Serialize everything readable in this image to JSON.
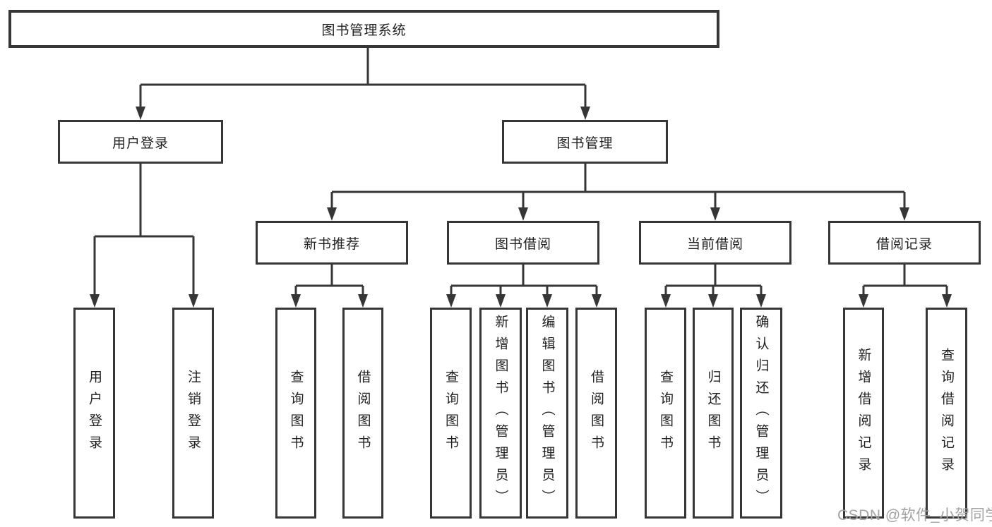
{
  "colors": {
    "line": "#363636",
    "box_border": "#363636",
    "text": "#1f1f1f",
    "watermark": "#a3a3a3",
    "background": "#ffffff"
  },
  "tree": {
    "root": {
      "label": "图书管理系统",
      "children": [
        {
          "label": "用户登录",
          "children": [
            {
              "label": "用户登录"
            },
            {
              "label": "注销登录"
            }
          ]
        },
        {
          "label": "图书管理",
          "children": [
            {
              "label": "新书推荐",
              "children": [
                {
                  "label": "查询图书"
                },
                {
                  "label": "借阅图书"
                }
              ]
            },
            {
              "label": "图书借阅",
              "children": [
                {
                  "label": "查询图书"
                },
                {
                  "label": "新增图书（管理员）"
                },
                {
                  "label": "编辑图书（管理员）"
                },
                {
                  "label": "借阅图书"
                }
              ]
            },
            {
              "label": "当前借阅",
              "children": [
                {
                  "label": "查询图书"
                },
                {
                  "label": "归还图书"
                },
                {
                  "label": "确认归还（管理员）"
                }
              ]
            },
            {
              "label": "借阅记录",
              "children": [
                {
                  "label": "新增借阅记录"
                },
                {
                  "label": "查询借阅记录"
                }
              ]
            }
          ]
        }
      ]
    }
  },
  "watermark": {
    "text": "CSDN @软件_小贺同学"
  }
}
